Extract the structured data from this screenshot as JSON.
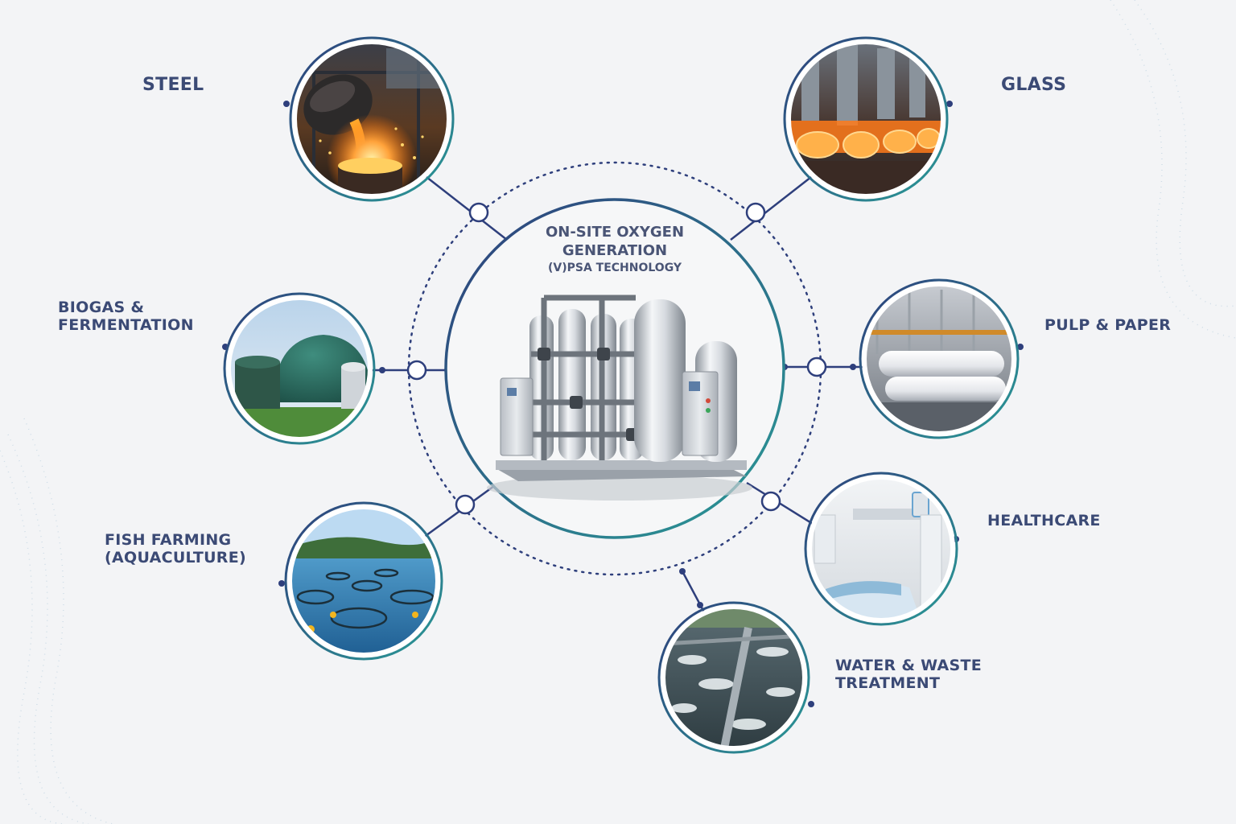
{
  "hub": {
    "title_line1": "ON-SITE OXYGEN",
    "title_line2": "GENERATION",
    "subtitle": "(V)PSA TECHNOLOGY"
  },
  "applications": {
    "steel": "STEEL",
    "glass": "GLASS",
    "biogas_line1": "BIOGAS &",
    "biogas_line2": "FERMENTATION",
    "pulp": "PULP & PAPER",
    "fish_line1": "FISH FARMING",
    "fish_line2": "(AQUACULTURE)",
    "healthcare": "HEALTHCARE",
    "water_line1": "WATER & WASTE",
    "water_line2": "TREATMENT"
  },
  "colors": {
    "navy": "#2e3f7c",
    "teal": "#2a8a8e",
    "label": "#3b4a75"
  }
}
